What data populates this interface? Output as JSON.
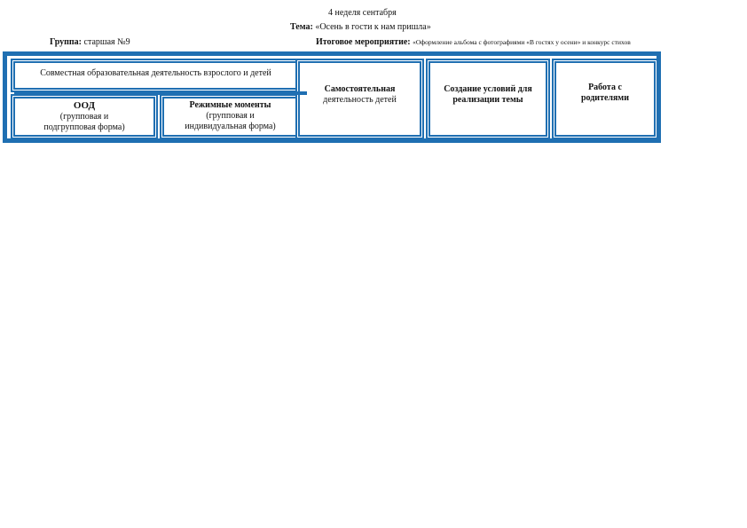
{
  "header": {
    "week": "4  неделя сентабря",
    "theme_label": "Тема:",
    "theme_value": "«Осень в гости к нам пришла»",
    "group_label": "Группа:",
    "group_value": "старшая   №9",
    "event_label": "Итоговое мероприятие:",
    "event_value": "«Оформление альбома с фотографиями «В гостях у осени» и конкурс стихов"
  },
  "table": {
    "joint": "Совместная образовательная деятельность взрослого и детей",
    "ood_title": "ООД",
    "ood_sub1": "(групповая и",
    "ood_sub2": "подгрупповая форма)",
    "regime_title": "Режимные моменты",
    "regime_sub1": "(групповая и",
    "regime_sub2": "индивидуальная форма)",
    "indep_1": "Самостоятельная",
    "indep_2": "деятельность детей",
    "cond_1": "Создание условий для",
    "cond_2": "реализации темы",
    "par_1": "Работа с",
    "par_2": "родителями"
  },
  "colors": {
    "border": "#1f6fb2"
  }
}
